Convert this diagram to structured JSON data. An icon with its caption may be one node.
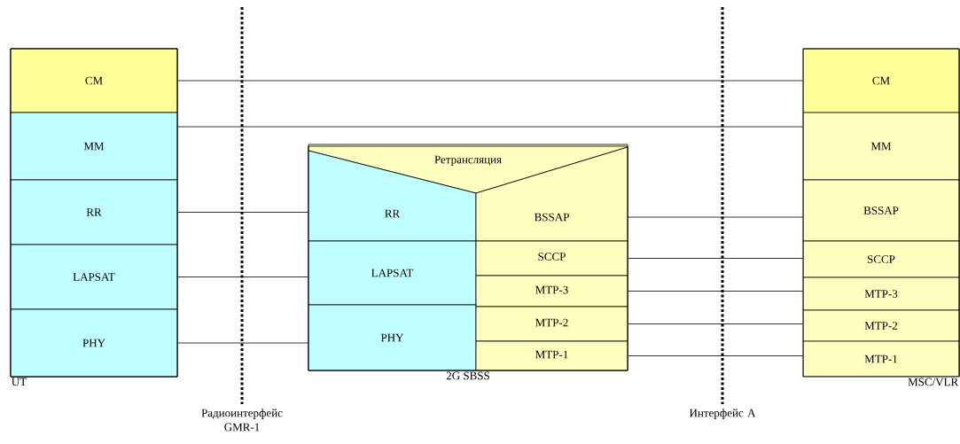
{
  "diagram": {
    "nodes": [
      {
        "text": [
          "UT"
        ]
      },
      {
        "text": [
          "CM"
        ],
        "in": 0
      },
      {
        "text": [
          "MM"
        ],
        "in": 0
      },
      {
        "text": [
          "RR"
        ],
        "in": 0
      },
      {
        "text": [
          "LAPSAT"
        ],
        "in": 0
      },
      {
        "text": [
          "PHY"
        ],
        "in": 0
      },
      {
        "text": [
          "2G SBSS"
        ]
      },
      {
        "text": [
          "Ретрансляция"
        ],
        "in": 6
      },
      {
        "text": [
          "RR"
        ],
        "in": 6
      },
      {
        "text": [
          "LAPSAT"
        ],
        "in": 6
      },
      {
        "text": [
          "PHY"
        ],
        "in": 6
      },
      {
        "text": [
          "BSSAP"
        ],
        "in": 6
      },
      {
        "text": [
          "SCCP"
        ],
        "in": 6
      },
      {
        "text": [
          "MTP-3"
        ],
        "in": 6
      },
      {
        "text": [
          "MTP-2"
        ],
        "in": 6
      },
      {
        "text": [
          "MTP-1"
        ],
        "in": 6
      },
      {
        "text": [
          "MSC/VLR"
        ]
      },
      {
        "text": [
          "CM"
        ],
        "in": 16
      },
      {
        "text": [
          "MM"
        ],
        "in": 16
      },
      {
        "text": [
          "BSSAP"
        ],
        "in": 16
      },
      {
        "text": [
          "SCCP"
        ],
        "in": 16
      },
      {
        "text": [
          "MTP-3"
        ],
        "in": 16
      },
      {
        "text": [
          "MTP-2"
        ],
        "in": 16
      },
      {
        "text": [
          "MTP-1"
        ],
        "in": 16
      }
    ],
    "edges": [
      {
        "from": 1,
        "to": 17,
        "arrow": "none"
      },
      {
        "from": 2,
        "to": 18,
        "arrow": "none"
      },
      {
        "from": 3,
        "to": 8,
        "arrow": "none"
      },
      {
        "from": 4,
        "to": 9,
        "arrow": "none"
      },
      {
        "from": 5,
        "to": 10,
        "arrow": "none"
      },
      {
        "from": 11,
        "to": 19,
        "arrow": "none"
      },
      {
        "from": 12,
        "to": 20,
        "arrow": "none"
      },
      {
        "from": 13,
        "to": 21,
        "arrow": "none"
      },
      {
        "from": 14,
        "to": 22,
        "arrow": "none"
      },
      {
        "from": 15,
        "to": 23,
        "arrow": "none"
      }
    ],
    "labels": [
      "Радиоинтерфейс GMR-1",
      "Интерфейс A"
    ]
  }
}
